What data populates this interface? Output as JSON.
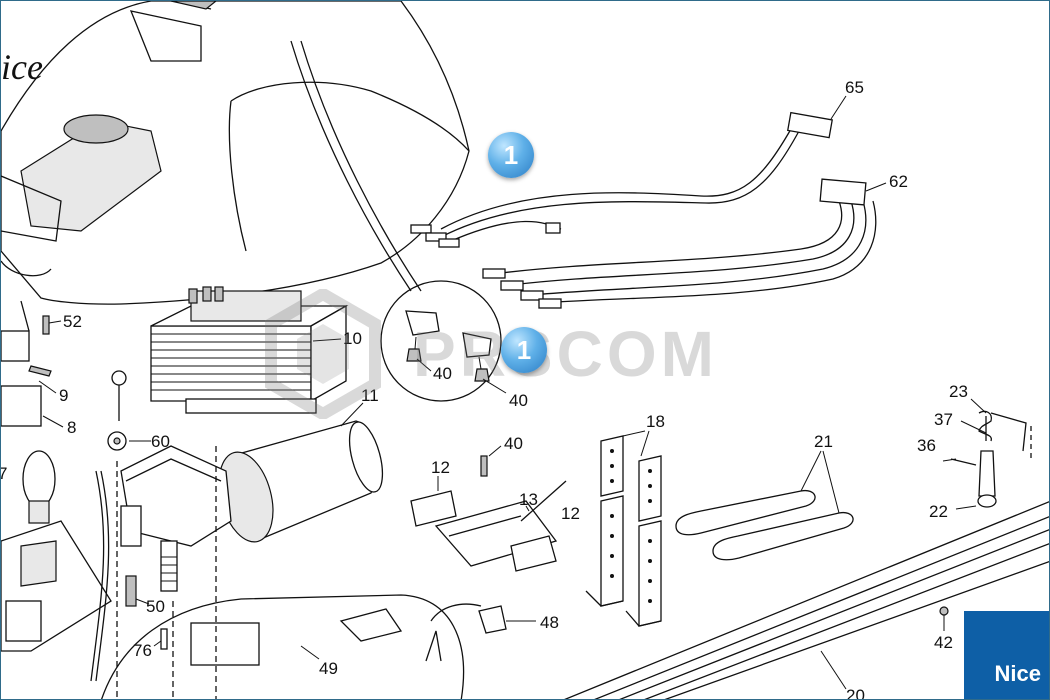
{
  "watermark": "PRSCOM",
  "brand": "Nice",
  "cover_brand_text": "ice",
  "badge_label": "1",
  "callouts": [
    "65",
    "62",
    "52",
    "10",
    "9",
    "8",
    "7",
    "40",
    "40",
    "11",
    "60",
    "40",
    "12",
    "13",
    "12",
    "18",
    "21",
    "23",
    "37",
    "36",
    "22",
    "50",
    "76",
    "49",
    "48",
    "42",
    "20"
  ]
}
